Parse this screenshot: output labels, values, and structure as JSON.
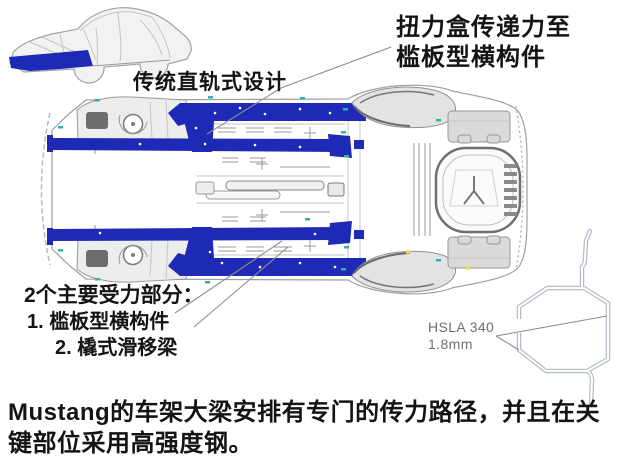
{
  "colors": {
    "rail_blue": "#1e2ab5",
    "teal_accent": "#2fb3a3",
    "yellow_accent": "#e6e642",
    "outline_gray": "#9aa0a6",
    "label_gray": "#6b7170",
    "profile_gray": "#b6bdc8",
    "text_black": "#141414"
  },
  "labels": {
    "side_car_caption": "传统直轨式设计",
    "torque_note_line1": "扭力盒传递力至",
    "torque_note_line2": "槛板型横构件",
    "load_parts_heading": "2个主要受力部分：",
    "load_part_1": "1. 槛板型横构件",
    "load_part_2": "2. 橇式滑移梁",
    "steel_grade": "HSLA 340",
    "steel_thickness": "1.8mm"
  },
  "caption": {
    "text": "Mustang的车架大梁安排有专门的传力路径，并且在关键部位采用高强度钢。"
  }
}
